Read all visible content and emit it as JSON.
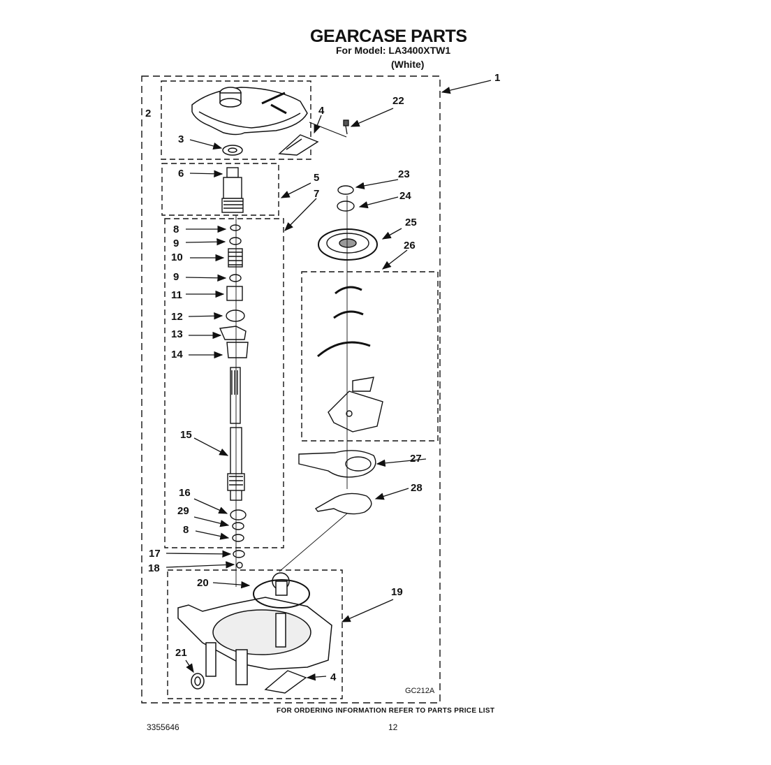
{
  "header": {
    "title": "GEARCASE PARTS",
    "model_line": "For Model: LA3400XTW1",
    "color_line": "(White)"
  },
  "footer": {
    "ordering_note": "FOR ORDERING INFORMATION REFER TO PARTS PRICE LIST",
    "document_number": "3355646",
    "page_number": "12"
  },
  "figure_code": "GC212A",
  "callouts": {
    "c1": "1",
    "c2": "2",
    "c3": "3",
    "c4a": "4",
    "c4b": "4",
    "c5": "5",
    "c6": "6",
    "c7": "7",
    "c8a": "8",
    "c8b": "8",
    "c9a": "9",
    "c9b": "9",
    "c10": "10",
    "c11": "11",
    "c12": "12",
    "c13": "13",
    "c14": "14",
    "c15": "15",
    "c16": "16",
    "c17": "17",
    "c18": "18",
    "c19": "19",
    "c20": "20",
    "c21": "21",
    "c22": "22",
    "c23": "23",
    "c24": "24",
    "c25": "25",
    "c26": "26",
    "c27": "27",
    "c28": "28",
    "c29": "29"
  }
}
